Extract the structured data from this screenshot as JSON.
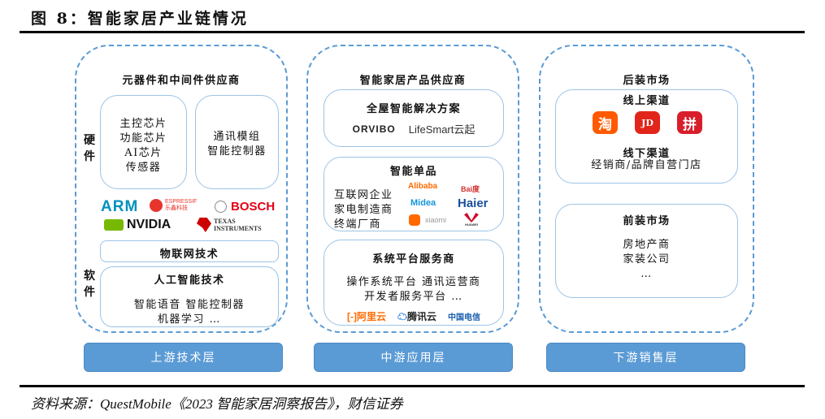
{
  "title": "图 8：智能家居产业链情况",
  "source": "资料来源：QuestMobile《2023 智能家居洞察报告》，财信证券",
  "upstream": {
    "heading": "元器件和中间件供应商",
    "hardware_label": [
      "硬",
      "件"
    ],
    "software_label": [
      "软",
      "件"
    ],
    "chips_box": [
      "主控芯片",
      "功能芯片",
      "AI芯片",
      "传感器"
    ],
    "module_box": [
      "通讯模组",
      "智能控制器"
    ],
    "hardware_logos": [
      "ARM",
      "ESPRESSIF 乐鑫科技",
      "BOSCH",
      "NVIDIA",
      "TEXAS INSTRUMENTS"
    ],
    "iot": "物联网技术",
    "ai_heading": "人工智能技术",
    "ai_lines": [
      "智能语音  智能控制器",
      "机器学习  …"
    ],
    "layer_label": "上游技术层"
  },
  "midstream": {
    "heading": "智能家居产品供应商",
    "whole_house": {
      "heading": "全屋智能解决方案",
      "logos": [
        "ORVIBO",
        "LifeSmart云起"
      ]
    },
    "single_products": {
      "heading": "智能单品",
      "lines": [
        "互联网企业",
        "家电制造商",
        "终端厂商"
      ],
      "logos": [
        "Alibaba",
        "Bai度",
        "Midea",
        "Haier",
        "xiaomi",
        "HUAWEI"
      ]
    },
    "platform": {
      "heading": "系统平台服务商",
      "lines": [
        "操作系统平台  通讯运营商",
        "开发者服务平台  …"
      ],
      "logos": [
        "阿里云",
        "腾讯云",
        "中国电信"
      ]
    },
    "layer_label": "中游应用层"
  },
  "downstream": {
    "heading": "后装市场",
    "online": {
      "heading": "线上渠道",
      "apps": [
        "淘",
        "JD",
        "拼"
      ]
    },
    "offline": {
      "heading": "线下渠道",
      "text": "经销商/品牌自营门店"
    },
    "front": {
      "heading": "前装市场",
      "lines": [
        "房地产商",
        "家装公司",
        "…"
      ]
    },
    "layer_label": "下游销售层"
  }
}
